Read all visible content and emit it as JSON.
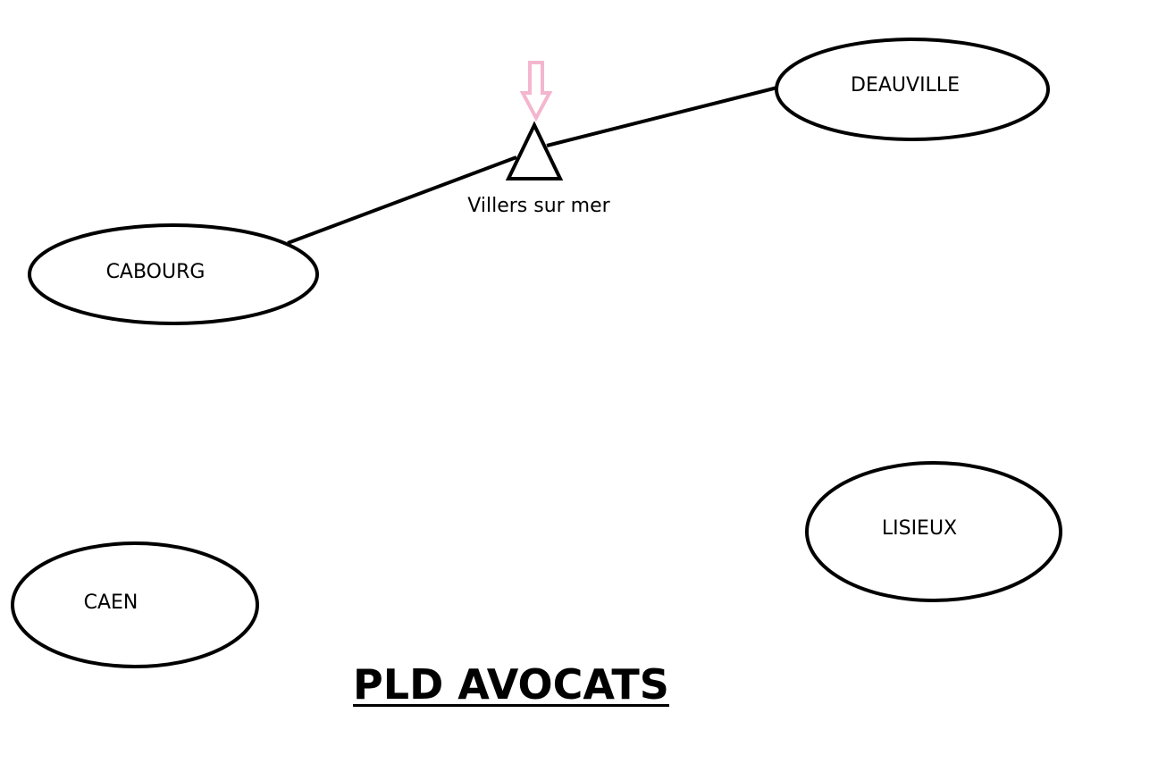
{
  "diagram": {
    "title": "PLD AVOCATS",
    "nodes": [
      {
        "id": "deauville",
        "label": "DEAUVILLE",
        "shape": "ellipse"
      },
      {
        "id": "cabourg",
        "label": "CABOURG",
        "shape": "ellipse"
      },
      {
        "id": "villers",
        "label": "Villers sur mer",
        "shape": "triangle"
      },
      {
        "id": "lisieux",
        "label": "LISIEUX",
        "shape": "ellipse"
      },
      {
        "id": "caen",
        "label": "CAEN",
        "shape": "ellipse"
      }
    ],
    "edges": [
      {
        "from": "cabourg",
        "to": "villers"
      },
      {
        "from": "villers",
        "to": "deauville"
      }
    ],
    "marker": {
      "points_to": "villers",
      "icon": "down-arrow-icon",
      "color": "#f4b6cf"
    }
  }
}
